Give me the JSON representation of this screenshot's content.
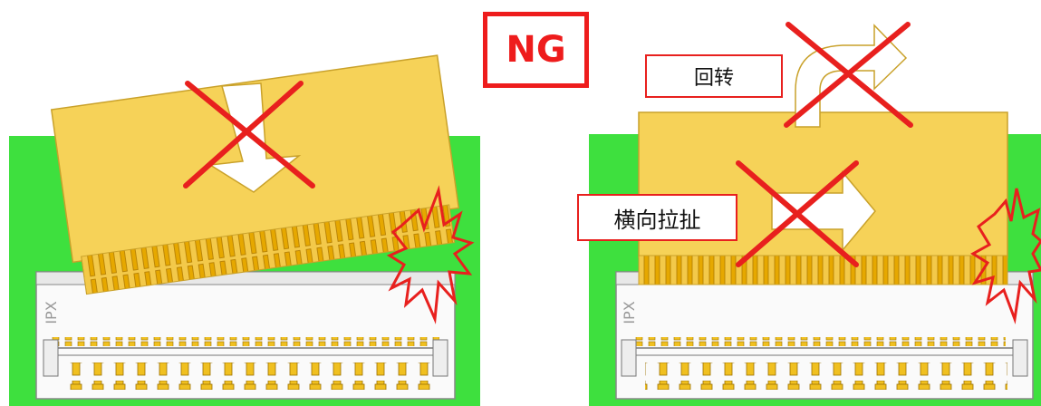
{
  "title_badge": "NG",
  "left_panel": {
    "connector_brand": "IPX"
  },
  "right_panel": {
    "connector_brand": "IPX",
    "rotate_label": "回转",
    "lateral_pull_label": "横向拉扯"
  },
  "colors": {
    "board": "#3ee03e",
    "cable": "#f6d258",
    "contacts": "#e8b000",
    "connector": "#ffffff",
    "ng_red": "#ee1c1c",
    "cross_red": "#e8201e"
  }
}
